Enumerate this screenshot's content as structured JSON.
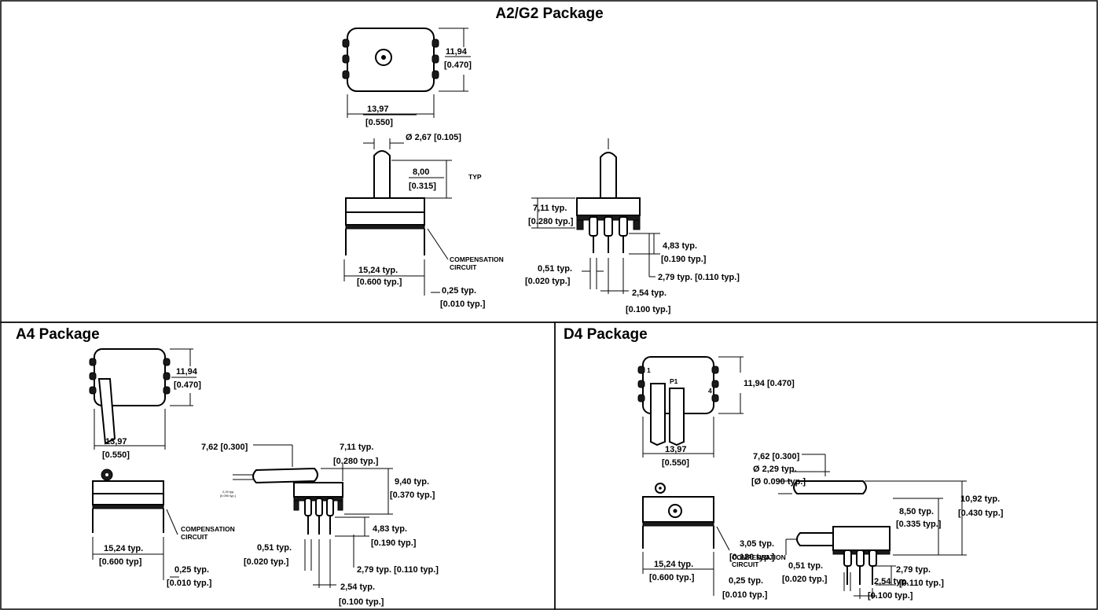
{
  "panels": {
    "a2g2": {
      "title": "A2/G2 Package",
      "top_height": "11,94",
      "top_height_in": "[0.470]",
      "top_width": "13,97",
      "top_width_in": "[0.550]",
      "port_dia": "Ø 2,67 [0.105]",
      "port_len": "8,00",
      "port_len_in": "[0.315]",
      "typ": "TYP",
      "side_h": "7,11 typ.",
      "side_h_in": "[0.280 typ.]",
      "lead_len": "4,83 typ.",
      "lead_len_in": "[0.190 typ.]",
      "comp": "COMPENSATION",
      "circuit": "CIRCUIT",
      "body_w": "15,24 typ.",
      "body_w_in": "[0.600 typ.]",
      "lead_w": "0,51 typ.",
      "lead_w_in": "[0.020 typ.]",
      "lead_off": "2,79 typ. [0.110 typ.]",
      "lead_t": "0,25 typ.",
      "lead_t_in": "[0.010 typ.]",
      "pitch": "2,54 typ.",
      "pitch_in": "[0.100 typ.]"
    },
    "a4": {
      "title": "A4 Package",
      "top_height": "11,94",
      "top_height_in": "[0.470]",
      "top_width": "13,97",
      "top_width_in": "[0.550]",
      "port_len": "7,62 [0.300]",
      "side_h": "7,11 typ.",
      "side_h_in": "[0.280 typ.]",
      "total_h": "9,40 typ.",
      "total_h_in": "[0.370 typ.]",
      "port_dia": "2,29 typ.",
      "port_dia_in": "[0.090 typ.]",
      "lead_len": "4,83 typ.",
      "lead_len_in": "[0.190 typ.]",
      "comp": "COMPENSATION",
      "circuit": "CIRCUIT",
      "lead_w": "0,51 typ.",
      "lead_w_in": "[0.020 typ.]",
      "body_w": "15,24 typ.",
      "body_w_in": "[0.600 typ]",
      "lead_off": "2,79 typ. [0.110 typ.]",
      "lead_t": "0,25 typ.",
      "lead_t_in": "[0.010 typ.]",
      "pitch": "2,54 typ.",
      "pitch_in": "[0.100 typ.]"
    },
    "d4": {
      "title": "D4 Package",
      "pin1": "1",
      "port1": "P1",
      "pin4": "4",
      "top_height": "11,94 [0.470]",
      "top_width": "13,97",
      "top_width_in": "[0.550]",
      "port_len": "7,62 [0.300]",
      "port_dia": "Ø 2,29 typ.",
      "port_dia_in": "[Ø 0.090 typ.]",
      "side_h": "8,50 typ.",
      "side_h_in": "[0.335 typ.]",
      "total_h": "10,92 typ.",
      "total_h_in": "[0.430  typ.]",
      "port_off": "3,05 typ.",
      "port_off_in": "[0.120 typ.]",
      "lead_off": "2,79 typ.",
      "lead_off_in": "[0.110 typ.]",
      "comp": "COMPENSATION",
      "circuit": "CIRCUIT",
      "lead_w": "0,51 typ.",
      "lead_w_in": "[0.020 typ.]",
      "body_w": "15,24 typ.",
      "body_w_in": "[0.600 typ.]",
      "lead_t": "0,25 typ.",
      "lead_t_in": "[0.010 typ.]",
      "pitch": "2,54 typ.",
      "pitch_in": "[0.100 typ.]"
    }
  }
}
